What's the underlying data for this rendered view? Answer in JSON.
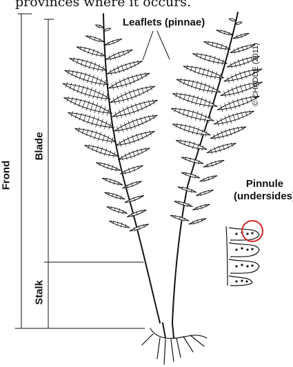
{
  "caption": {
    "text": "provinces where it occurs."
  },
  "labels": {
    "leaflets": "Leaflets (pinnae)",
    "pinnule_line1": "Pinnule",
    "pinnule_line2": "(undersides)",
    "frond": "Frond",
    "blade": "Blade",
    "stalk": "Stalk",
    "copyright": "© CHADDE (2011)"
  },
  "colors": {
    "ink": "#111111",
    "highlight_circle": "#d62828",
    "background": "#ffffff"
  },
  "icons": {
    "fern": "fern-illustration",
    "pinnule_detail": "pinnule-detail-illustration"
  }
}
